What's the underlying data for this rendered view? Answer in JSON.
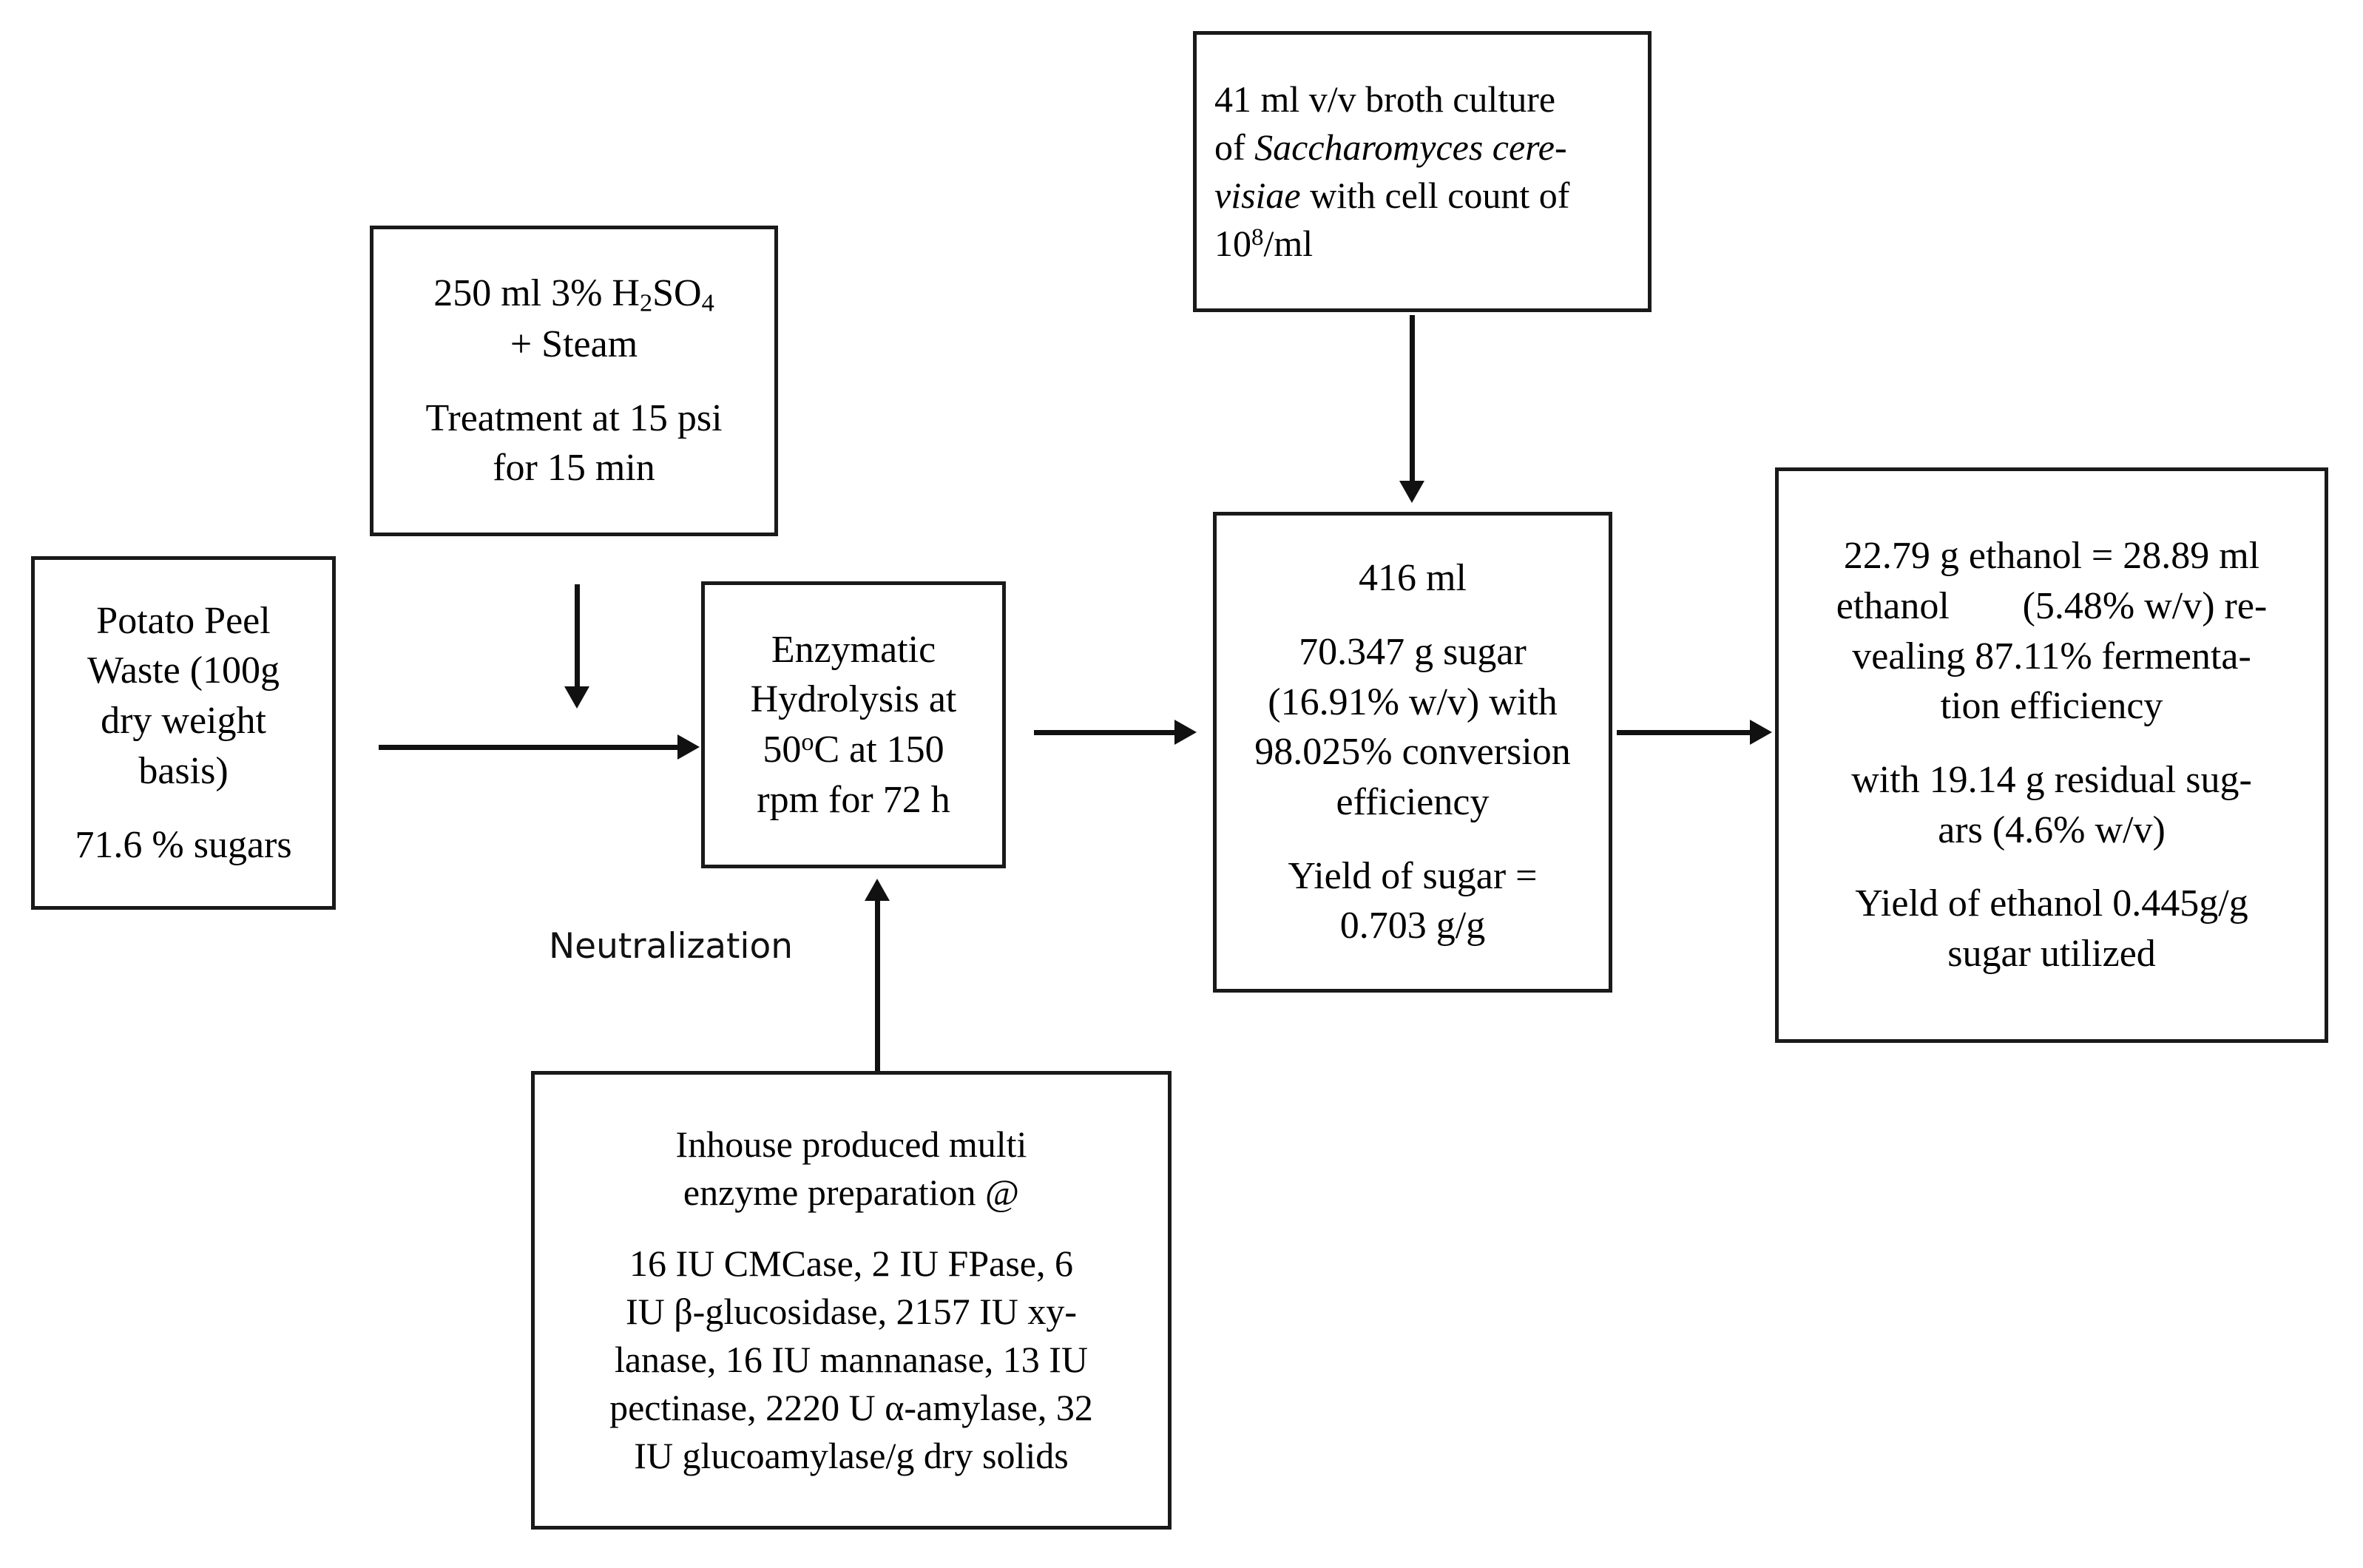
{
  "diagram": {
    "title": "Potato peel waste to bioethanol process flowchart",
    "line_color": "#111111",
    "box_border_color": "#1a1a1a",
    "background": "#ffffff"
  },
  "boxes": {
    "feedstock": {
      "name": "potato-peel-waste-box",
      "lines": [
        "Potato Peel",
        "Waste (100g",
        "dry weight",
        "basis)"
      ],
      "second_para": "71.6 % sugars"
    },
    "acid_pretreatment": {
      "name": "acid-steam-pretreatment-box",
      "line1_prefix": "250 ml  3% H",
      "line1_sub1": "2",
      "line1_mid": "SO",
      "line1_sub2": "4",
      "line2": "+ Steam",
      "line3": "Treatment at 15 psi",
      "line4": "for 15 min"
    },
    "hydrolysis": {
      "name": "enzymatic-hydrolysis-box",
      "line1": "Enzymatic",
      "line2": "Hydrolysis at",
      "line3_prefix": "50",
      "line3_sup": "o",
      "line3_suffix": "C at 150",
      "line4": "rpm for 72 h"
    },
    "yeast_inoculum": {
      "name": "yeast-broth-culture-box",
      "line1": "41 ml  v/v  broth culture",
      "line2_prefix": "of ",
      "line2_italic": "Saccharomyces cere-",
      "line3_italic": "visiae",
      "line3_suffix": " with cell count of",
      "line4_prefix": "10",
      "line4_sup": "8",
      "line4_suffix": "/ml"
    },
    "sugar_hydrolysate": {
      "name": "sugar-hydrolysate-box",
      "volume": "416 ml",
      "para2": [
        "70.347 g sugar",
        "(16.91% w/v) with",
        "98.025% conversion",
        "efficiency"
      ],
      "para3": [
        "Yield of sugar =",
        "0.703 g/g"
      ]
    },
    "ethanol_product": {
      "name": "ethanol-product-box",
      "para1_line1": "22.79 g ethanol = 28.89 ml",
      "para1_line2_a": "ethanol",
      "para1_line2_b": "(5.48% w/v) re-",
      "para1_line3": "vealing 87.11% fermenta-",
      "para1_line4": "tion efficiency",
      "para2_line1": "with 19.14 g  residual sug-",
      "para2_line2": "ars (4.6% w/v)",
      "para3_line1": "Yield of ethanol  0.445g/g",
      "para3_line2": "sugar utilized"
    },
    "enzyme_preparation": {
      "name": "multi-enzyme-preparation-box",
      "header_line1": "Inhouse produced  multi",
      "header_line2": "enzyme preparation @",
      "body_line1": "16 IU CMCase, 2 IU FPase, 6",
      "body_line2": "IU β-glucosidase, 2157 IU xy-",
      "body_line3": "lanase, 16 IU mannanase, 13 IU",
      "body_line4": "pectinase, 2220 U α-amylase, 32",
      "body_line5": "IU glucoamylase/g dry solids"
    }
  },
  "labels": {
    "neutralization": "Neutralization"
  },
  "connectors": [
    {
      "name": "feedstock-to-hydrolysis-arrow",
      "direction": "right"
    },
    {
      "name": "acid-to-hydrolysis-arrow",
      "direction": "down"
    },
    {
      "name": "enzymes-to-hydrolysis-arrow",
      "direction": "up"
    },
    {
      "name": "hydrolysis-to-sugar-arrow",
      "direction": "right"
    },
    {
      "name": "yeast-to-sugar-arrow",
      "direction": "down"
    },
    {
      "name": "sugar-to-ethanol-arrow",
      "direction": "right"
    }
  ]
}
